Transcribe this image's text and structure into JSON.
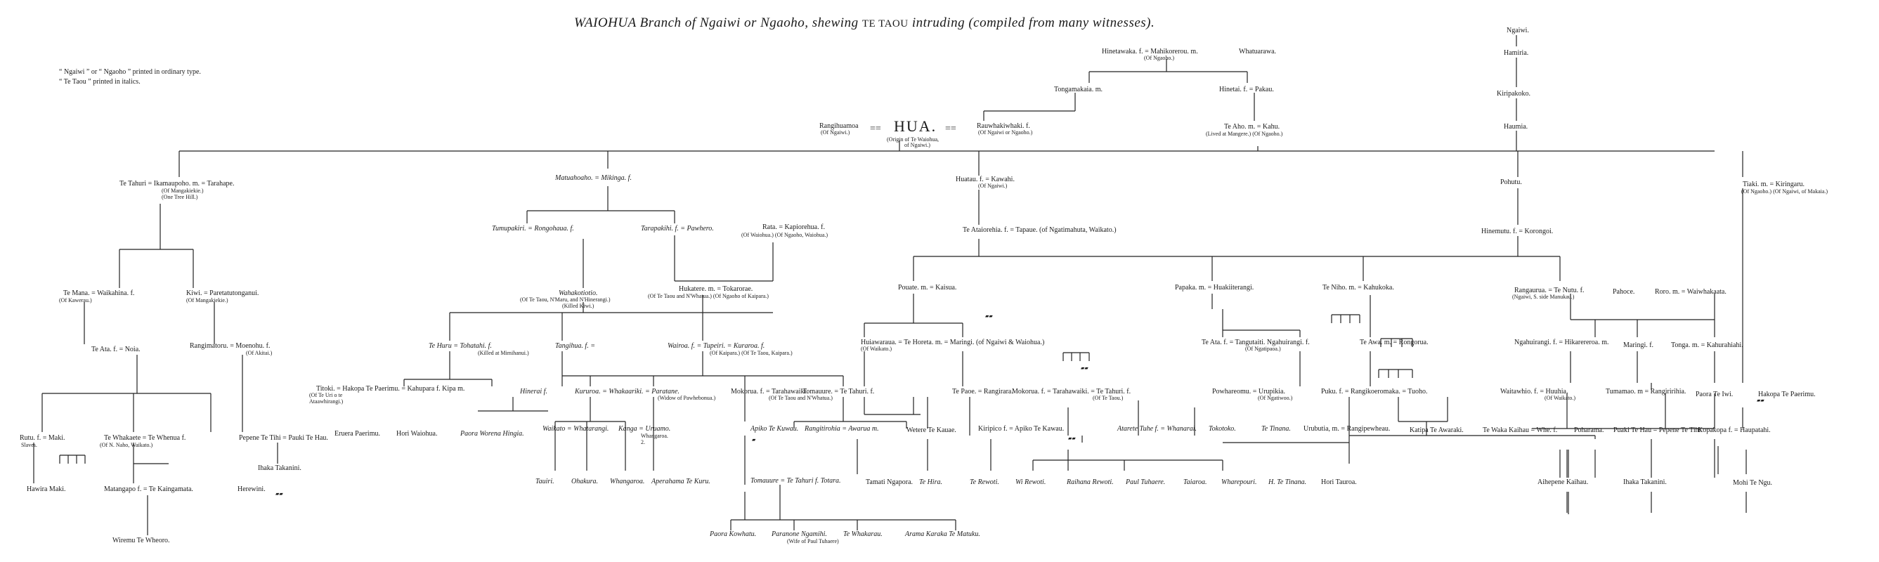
{
  "title": {
    "part1": "WAIOHUA Branch of Ngaiwi or Ngaoho, shewing ",
    "part2": "TE TAOU",
    "part3": " intruding (compiled from many witnesses)."
  },
  "legend": [
    "“ Ngaiwi ” or “ Ngaoho ” printed in ordinary type.",
    "“ Te Taou ” printed in italics."
  ],
  "names": {
    "ngaiwi": "Ngaiwi.",
    "hamiria": "Hamiria.",
    "kiripakoko": "Kiripakoko.",
    "haumia": "Haumia.",
    "hinetawaka": "Hinetawaka. f. = Mahikorerou. m.",
    "hinetawaka_note": "(Of Ngaoho.)",
    "whatuarawa": "Whatuarawa.",
    "tongamakaia": "Tongamakaia. m.",
    "hinetai": "Hinetai. f. = Pakau.",
    "rangihuamoa": "Rangihuamoa",
    "rangihuamoa_note": "(Of Ngaiwi.)",
    "hua_eq1": "==",
    "hua": "HUA.",
    "hua_eq2": "==",
    "hua_note1": "(Origin of Te Waiohua,",
    "hua_note2": "of Ngaiwi.)",
    "rauwhakiwhaki": "Rauwhakiwhaki. f.",
    "rauwhakiwhaki_note": "(Of Ngaiwi or Ngaoho.)",
    "teaho": "Te Aho. m. = Kahu.",
    "teaho_note": "(Lived at Mangere.)    (Of Ngaoho.)",
    "tetahuri1": "Te Tahuri = Ikamaupoho. m. = Tarahape.",
    "tetahuri1_note1": "(Of Mangakiekie.)",
    "tetahuri1_note2": "(One Tree Hill.)",
    "matuahoaho": "Matuahoaho. = Mikinga. f.",
    "huatau": "Huatau. f. = Kawahi.",
    "huatau_note": "(Of Ngaiwi.)",
    "pohutu": "Pohutu.",
    "tiaki": "Tiaki. m. = Kiringaru.",
    "tiaki_note": "(Of Ngaoho.)     (Of Ngaiwi, of Makaia.)",
    "tumupakiri": "Tumupakiri. = Rongohaua. f.",
    "tarapakihi": "Tarapakihi. f. = Pawhero.",
    "rata": "Rata. = Kapiorehua. f.",
    "rata_note": "(Of Waiohua.)   (Of Ngaoho, Waiohua.)",
    "teataiorehia": "Te Ataiorehia. f. = Tapaue. (of Ngatimahuta, Waikato.)",
    "hinemutu": "Hinemutu. f. = Korongoi.",
    "temana": "Te Mana. = Waikahina. f.",
    "temana_note": "(Of Kawerau.)",
    "kiwi": "Kiwi. = Paretatutonganui.",
    "kiwi_note": "(Of Mangakiekie.)",
    "wahakotiotio": "Wahakotiotio.",
    "wahakotiotio_note1": "(Of Te Taou, N'Maru, and N'Hinerangi.)",
    "wahakotiotio_note2": "(Killed Kiwi.)",
    "hukatere": "Hukatere. m. = Tokarorae.",
    "hukatere_note": "(Of Te Taou and N'Whatua.)  (Of Ngaoho of Kaipara.)",
    "pouate": "Pouate. m. = Kaisua.",
    "papaka": "Papaka. m. = Huakiiterangi.",
    "teniho": "Te Niho. m. = Kahukoka.",
    "rangaurua": "Rangaurua. = Te Nutu. f.",
    "rangaurua_note": "(Ngaiwi, S. side Manukau.)",
    "pahoce": "Pahoce.",
    "roro": "Roro. m. = Waiwhakaata.",
    "teata1": "Te Ata. f. = Noia.",
    "rangimatoru": "Rangimatoru. = Moenohu. f.",
    "rangimatoru_note": "(Of Akitai.)",
    "teruru": "Te Huru = Tohatahi. f.",
    "teruru_note": "(Killed at Mimihanui.)",
    "tangihua": "Tangihua. f. =",
    "wairoa": "Wairoa. f. = Tupeiri. = Kuraroa. f.",
    "wairoa_note": "(Of Kaipara.)   (Of Te Taou, Kaipara.)",
    "huiawaraua": "Huiawaraua. = Te Horeta. m. = Maringi. (of Ngaiwi & Waiohua.)",
    "huiawaraua_note": "(Of Waikato.)",
    "teata2": "Te Ata. f. = Tangutaiti. Ngahuirangi. f.",
    "teata2_note": "(Of Ngatipaoa.)",
    "teawa": "Te Awa. m. = Rongorua.",
    "ngahuirangi": "Ngahuirangi. f. = Hikarereroa. m.",
    "maringi2": "Maringi. f.",
    "tonga": "Tonga. m. = Kahurahiahi.",
    "titoki": "Titoki. = Hakopa Te Paerimu. = Kahupara f. Kipa m.",
    "titoki_note": "(Of Te Uri o te Ataawhirangi.)",
    "hinerai": "Hinerai f.",
    "kururoa": "Kururoa. = Whakaariki.",
    "paratane": "= Paratane.",
    "paratane_note": "(Widow of Pawhebonua.)",
    "mokorua1": "Mokorua. f. = Tarahawaiki.",
    "mokorua1_note": "(Of Te Taou and N'Whatua.)",
    "tomauure1": "Tomauure. = Te Tahuri. f.",
    "tepaoe": "Te Paoe. = Rangirara.",
    "mokorua2": "Mokorua. f. = Tarahawaiki. = Te Tahuri. f.",
    "mokorua2_note": "(Of Te Taou.)",
    "powhareomu": "Powhareomu. = Urupikia.",
    "powhareomu_note": "(Of Ngatiwoo.)",
    "puku": "Puku. f. = Rangikoeromaka. = Tuoho.",
    "waitawhio": "Waitawhio. f. = Huuhia.",
    "waitawhio_note": "(Of Waikato.)",
    "tumamao": "Tumamao. m = Rangiririhia.",
    "paora_tauri": "Paora Te Iwi.",
    "hakopa2": "Hakopa Te Paerimu.",
    "rutu": "Rutu. f. = Maki.",
    "rutu_note": "Slaves.",
    "tewhakaete": "Te Whakaete = Te Whenua f.",
    "tewhakaete_note": "(Of N. Naho, Waikato.)",
    "pepene1": "Pepene Te Tihi = Pauki Te Hau.",
    "eruera": "Eruera Paerimu.",
    "hori_waiohua": "Hori Waiohua.",
    "paora_worena": "Paora Worena Hingia.",
    "waikato_whatarangi": "Waikato = Whatarangi.",
    "kanga": "Kanga = Uruamo.",
    "kanga_note": "Whangaroa. 2.",
    "apiko1": "Apiko Te Kuwau.",
    "rangitirohia": "Rangitirohia = Awarua m.",
    "wetere": "Wetere Te Kauae.",
    "kiripico": "Kiripico f. = Apiko Te Kawau.",
    "atarete": "Atarete Tuhe f. = Whanarai.",
    "tokotoko": "Tokotoko.",
    "tetinana1": "Te Tinana.",
    "urubutia": "Urubutia, m. = Rangipewheau.",
    "katipa": "Katipa Te Awaraki.",
    "tewaka": "Te Waka Kaihau = Whe. f.",
    "poharama": "Poharama.",
    "puaki": "Puaki Te Hau = Pepene Te Tihi.",
    "kopakopa": "Kopakopa f. = Haupatahi.",
    "hawira": "Hawira Maki.",
    "matangapo": "Matangapo f. = Te Kaingamata.",
    "herewini": "Herewini.",
    "ihaka1": "Ihaka Takanini.",
    "tauiri": "Tauiri.",
    "ohakura": "Ohakura.",
    "whangaroa": "Whangaroa.",
    "aperahama": "Aperahama Te Kuru.",
    "tomauure2": "Tomauure = Te Tahuri f. Totara.",
    "tamati": "Tamati Ngapora.",
    "tehira": "Te Hira.",
    "terewoti": "Te Rewoti.",
    "wirewoti": "Wi Rewoti.",
    "raihana": "Raihana Rewoti.",
    "paul_tuhaere": "Paul Tuhaere.",
    "taiaroa": "Taiaroa.",
    "wharepouri": "Wharepouri.",
    "htetinana": "H. Te Tinana.",
    "hori_tauroa": "Hori Tauroa.",
    "aihepene": "Aihepene Kaihau.",
    "ihaka2": "Ihaka Takanini.",
    "mohi": "Mohi Te Ngu.",
    "wiremu": "Wiremu Te Wheoro.",
    "paora_kowhatu": "Paora Kowhatu.",
    "paranone": "Paranone Ngamihi.",
    "paranone_note": "(Wife of Paul Tuhaere)",
    "tewhakarau": "Te Whakarau.",
    "arama": "Arama Karaka Te Matuku."
  }
}
